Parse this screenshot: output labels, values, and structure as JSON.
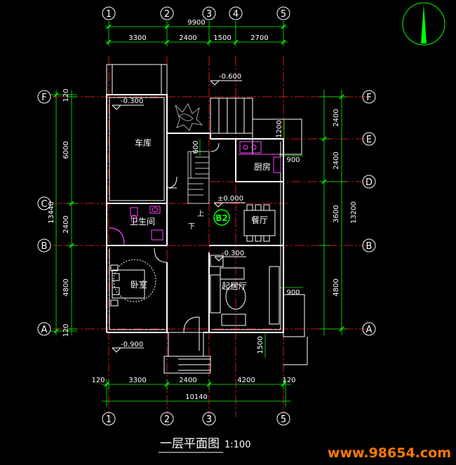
{
  "colors": {
    "background": "#000000",
    "dimension": "#00ff00",
    "axis_line": "#ff2020",
    "wall": "#ffffff",
    "furniture": "#ff40ff",
    "label": "#ffffff",
    "watermark": "#ff7a00"
  },
  "axes": {
    "top_bottom": [
      "1",
      "2",
      "3",
      "4",
      "5"
    ],
    "left_right": [
      "F",
      "E",
      "D",
      "C",
      "B",
      "A"
    ]
  },
  "dims": {
    "top_total": "9900",
    "top": [
      "3300",
      "2400",
      "1500",
      "2700"
    ],
    "bottom": [
      "120",
      "3300",
      "2400",
      "4200",
      "120"
    ],
    "bottom_total": "10140",
    "left": [
      "120",
      "6000",
      "2400",
      "4800",
      "120"
    ],
    "left_total": "13440",
    "right": [
      "2400",
      "2400",
      "3600",
      "4800"
    ],
    "right_total": "13200",
    "d600": "600",
    "d1200": "1200",
    "d900a": "900",
    "d900b": "900",
    "d1500": "1500"
  },
  "levels": {
    "garage": "-0.300",
    "entry": "-0.600",
    "dining": "±0.000",
    "living": "-0.300",
    "porch": "-0.900"
  },
  "rooms": {
    "garage": "车库",
    "kitchen": "厨房",
    "bath": "卫生间",
    "dining": "餐厅",
    "bedroom": "卧室",
    "living": "起居厅"
  },
  "stair_marks": [
    "上",
    "下"
  ],
  "tag": "B2",
  "title": "一层平面图",
  "scale": "1:100",
  "watermark": "www.98654.com"
}
